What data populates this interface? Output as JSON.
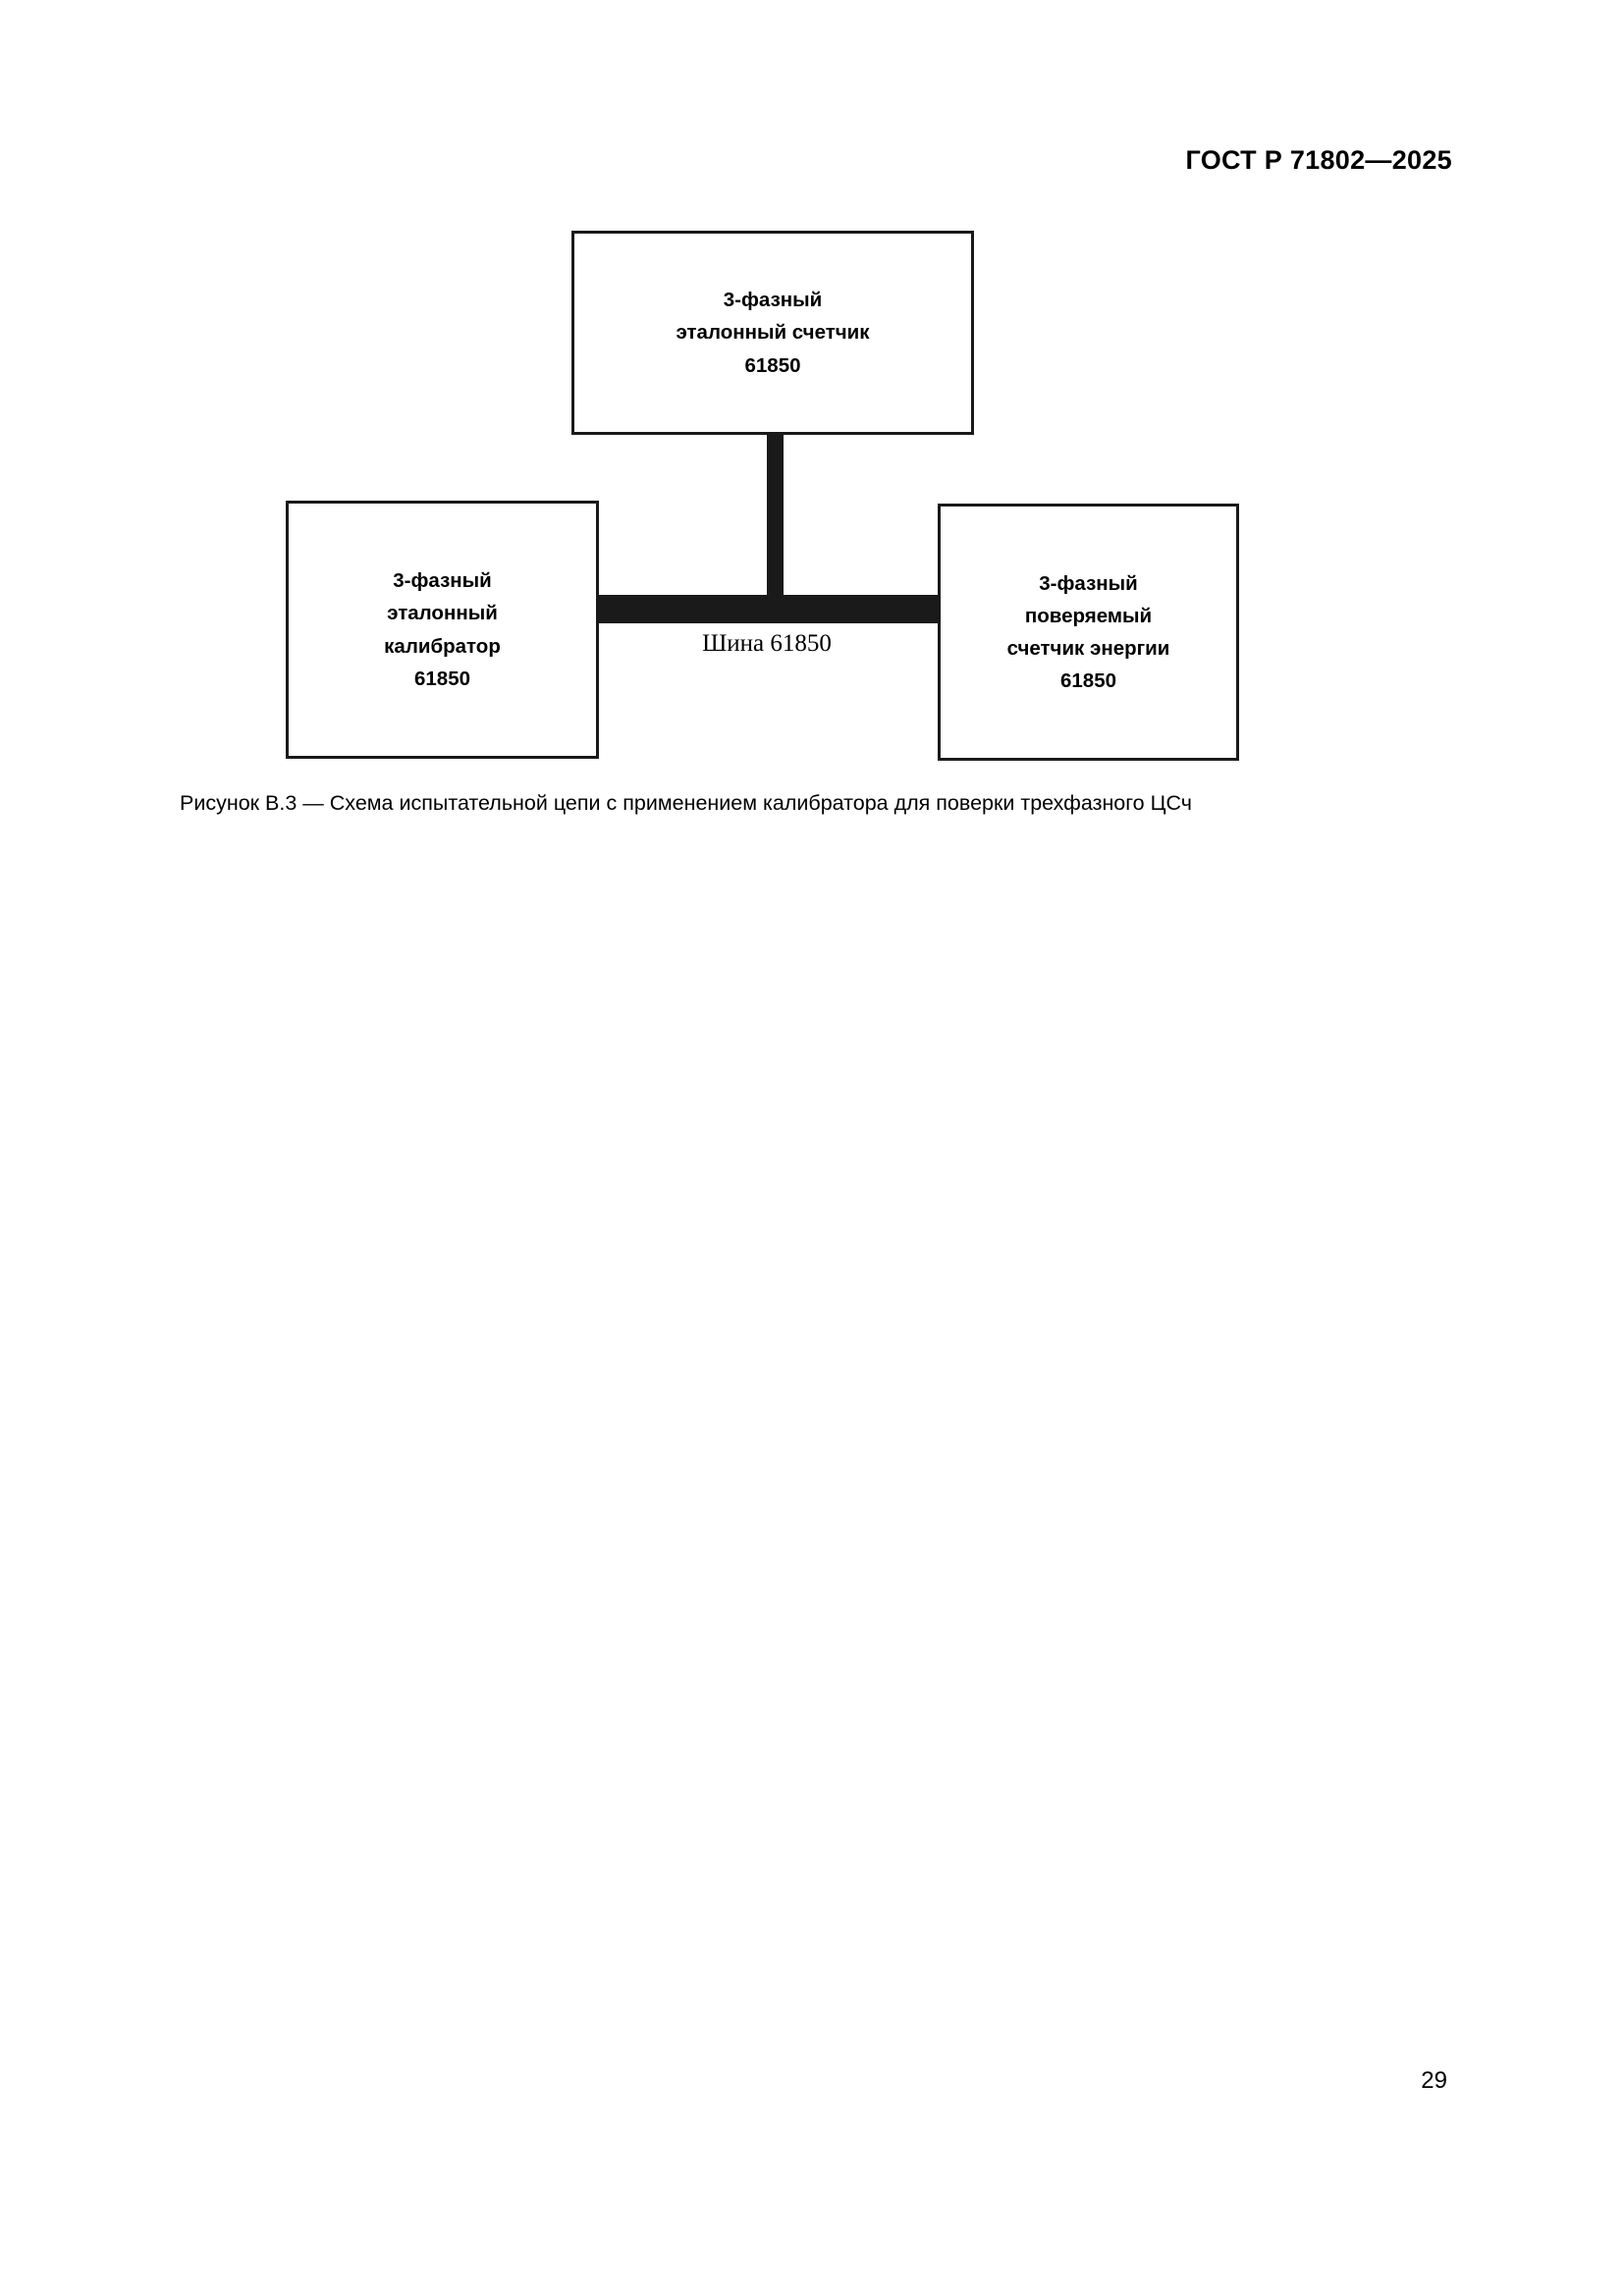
{
  "header": {
    "standard_title": "ГОСТ Р 71802—2025"
  },
  "figure": {
    "nodes": [
      {
        "id": "reference-meter",
        "lines": [
          "3-фазный",
          "эталонный счетчик",
          "61850"
        ]
      },
      {
        "id": "calibrator",
        "lines": [
          "3-фазный",
          "эталонный",
          "калибратор",
          "61850"
        ]
      },
      {
        "id": "meter-under-test",
        "lines": [
          "3-фазный",
          "поверяемый",
          "счетчик энергии",
          "61850"
        ]
      }
    ],
    "bus_label": "Шина 61850",
    "caption": "Рисунок В.3 — Схема испытательной цепи с применением калибратора для поверки трехфазного ЦСч"
  },
  "footer": {
    "page_number": "29"
  },
  "colors": {
    "ink": "#1a1a1a",
    "page": "#ffffff"
  }
}
